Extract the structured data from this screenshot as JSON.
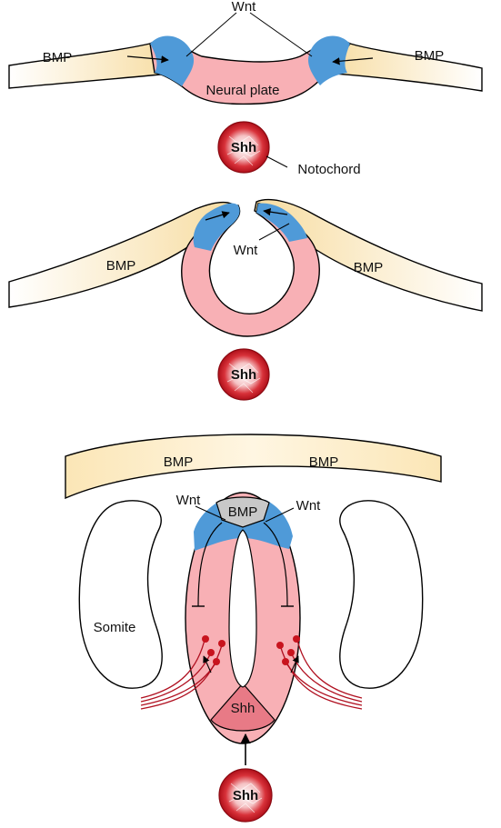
{
  "panel_top": {
    "wnt": "Wnt",
    "bmp_left": "BMP",
    "bmp_right": "BMP",
    "neural_plate": "Neural plate",
    "shh": "Shh",
    "notochord": "Notochord"
  },
  "panel_middle": {
    "bmp_left": "BMP",
    "bmp_right": "BMP",
    "wnt": "Wnt",
    "shh": "Shh"
  },
  "panel_bottom": {
    "bmp_left": "BMP",
    "bmp_right": "BMP",
    "bmp_roof": "BMP",
    "wnt_left": "Wnt",
    "wnt_right": "Wnt",
    "somite": "Somite",
    "shh_floor": "Shh",
    "shh_notochord": "Shh"
  },
  "colors": {
    "ectoderm": "#fce8b8",
    "neural": "#f8b0b5",
    "wnt": "#4f9ad8",
    "roof_plate": "#c8c8c8",
    "floor_plate": "#e87a86",
    "notochord": "#c8141e"
  }
}
